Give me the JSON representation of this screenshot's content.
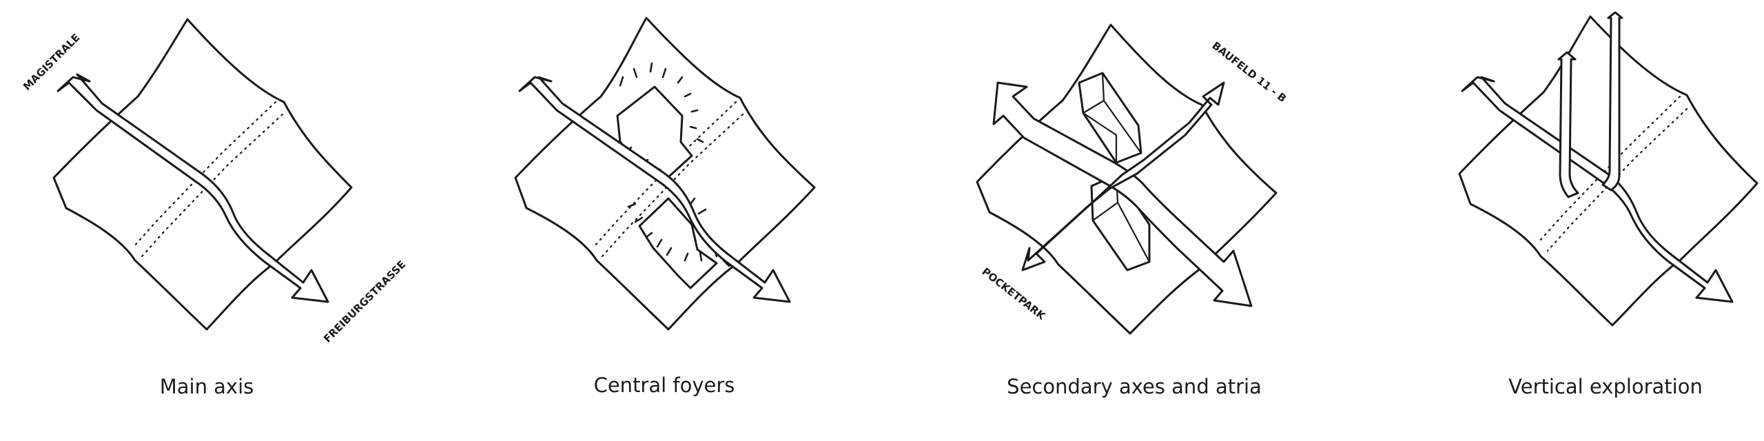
{
  "panels": [
    {
      "caption": "Main axis",
      "labels": [
        "MAGISTRALE",
        "FREIBURGSTRASSE"
      ]
    },
    {
      "caption": "Central foyers",
      "labels": []
    },
    {
      "caption": "Secondary axes and atria",
      "labels": [
        "BAUFELD 11 - B",
        "POCKETPARK"
      ]
    },
    {
      "caption": "Vertical exploration",
      "labels": []
    }
  ]
}
